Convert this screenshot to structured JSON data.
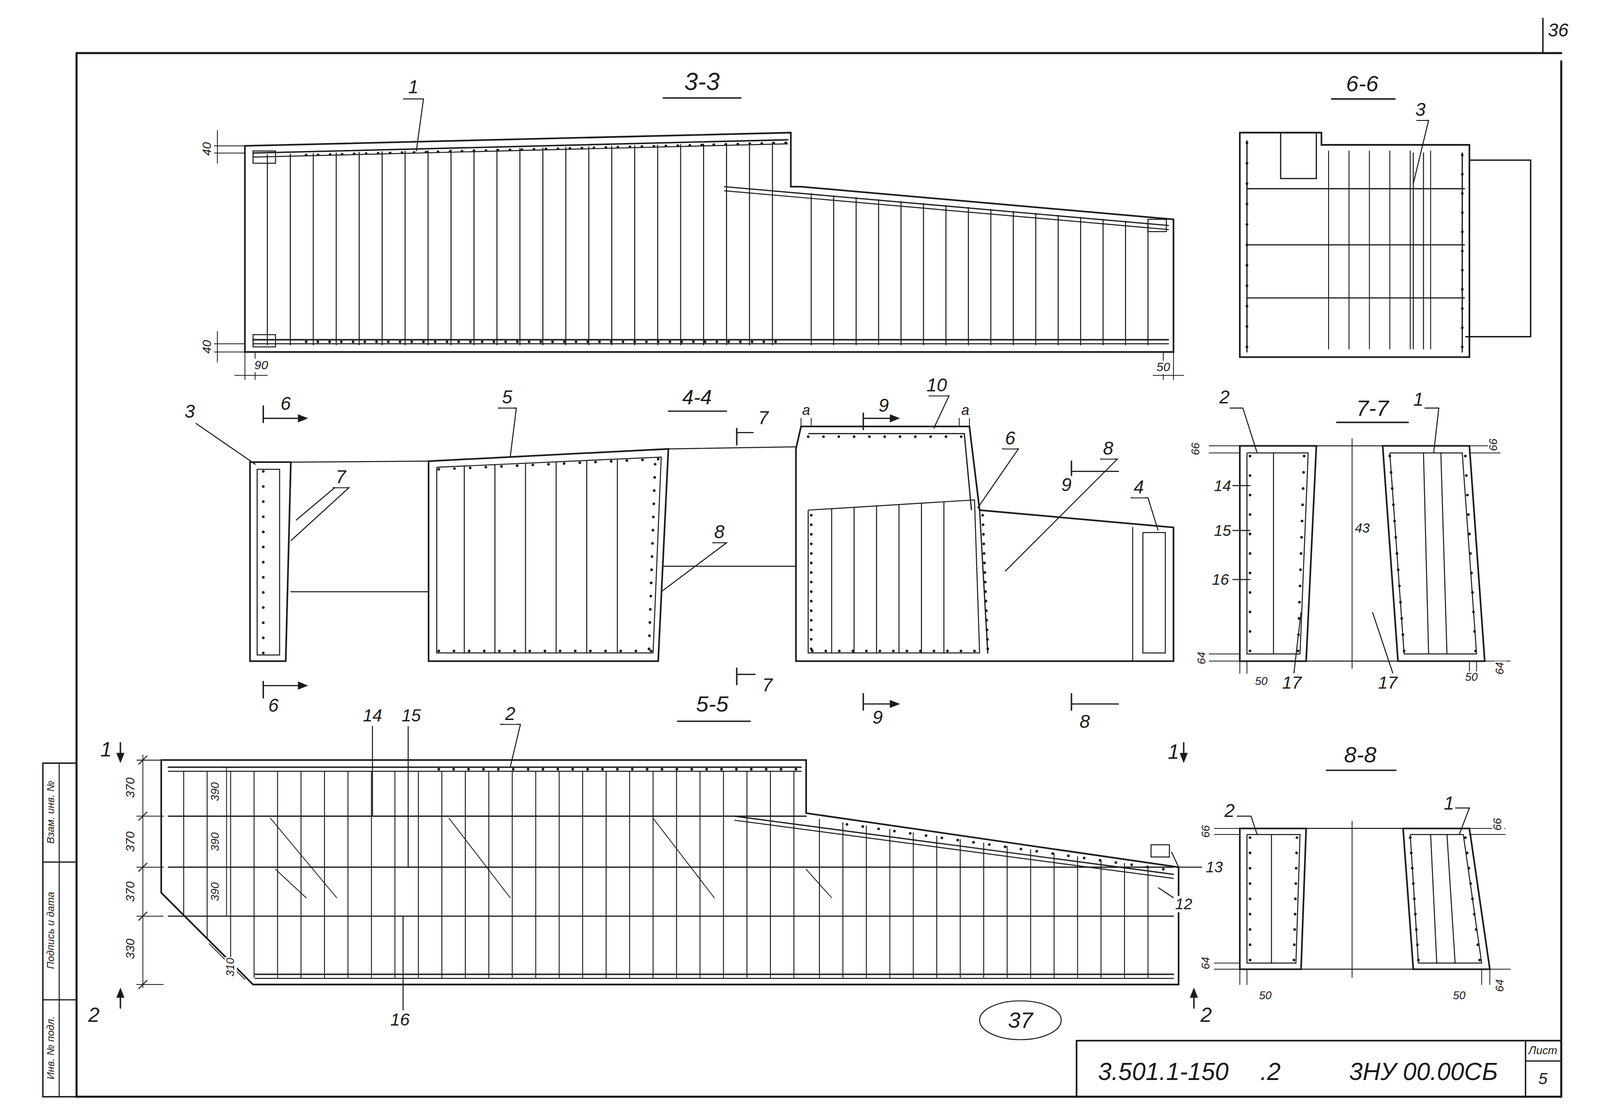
{
  "diagram": {
    "labels": [
      "36",
      "3-3",
      "1",
      "40",
      "40",
      "90",
      "50",
      "6-6",
      "3",
      "3",
      "6",
      "7",
      "5",
      "4-4",
      "7",
      "a",
      "9",
      "10",
      "a",
      "6",
      "8",
      "8",
      "9",
      "4",
      "6",
      "7",
      "5-5",
      "9",
      "8",
      "7-7",
      "2",
      "66",
      "14",
      "15",
      "16",
      "43",
      "1",
      "66",
      "64",
      "50",
      "17",
      "17",
      "50",
      "64",
      "1",
      "14",
      "15",
      "2",
      "370",
      "370",
      "370",
      "330",
      "390",
      "390",
      "390",
      "310",
      "1",
      "2",
      "16",
      "13",
      "12",
      "8-8",
      "2",
      "1",
      "66",
      "66",
      "64",
      "50",
      "50",
      "64",
      "2",
      "37",
      "3.501.1-150",
      ".2",
      "3НУ 00.00СБ",
      "Лист",
      "5",
      "Инв. № подл.",
      "Подпись и дата",
      "Взам. инв. №"
    ]
  }
}
